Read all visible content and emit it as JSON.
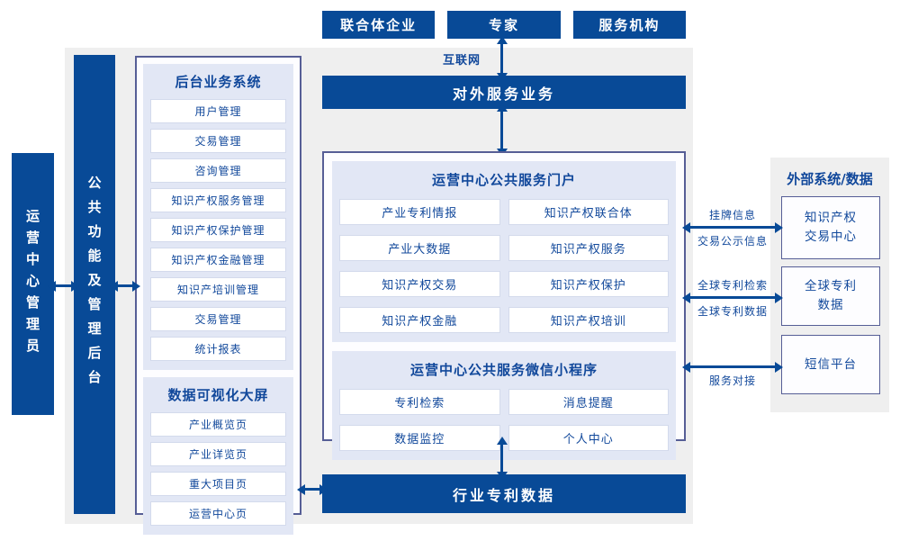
{
  "colors": {
    "primary_blue": "#084a97",
    "panel_gray": "#efefef",
    "section_lavender": "#e2e7f5",
    "container_border": "#565e96",
    "text_blue": "#11489b"
  },
  "top_actors": [
    "联合体企业",
    "专家",
    "服务机构"
  ],
  "labels": {
    "internet": "互联网",
    "external_service_bar": "对外服务业务",
    "industry_patent_bar": "行业专利数据",
    "admin_bar": "运营中心管理员",
    "backend_bar": "公共功能及管理后台"
  },
  "backend_system": {
    "title": "后台业务系统",
    "items": [
      "用户管理",
      "交易管理",
      "咨询管理",
      "知识产权服务管理",
      "知识产权保护管理",
      "知识产权金融管理",
      "知识产培训管理",
      "交易管理",
      "统计报表"
    ]
  },
  "dashboard": {
    "title": "数据可视化大屏",
    "items": [
      "产业概览页",
      "产业详览页",
      "重大项目页",
      "运营中心页"
    ]
  },
  "portal": {
    "title": "运营中心公共服务门户",
    "items": [
      "产业专利情报",
      "知识产权联合体",
      "产业大数据",
      "知识产权服务",
      "知识产权交易",
      "知识产权保护",
      "知识产权金融",
      "知识产权培训"
    ]
  },
  "miniprogram": {
    "title": "运营中心公共服务微信小程序",
    "items": [
      "专利检索",
      "消息提醒",
      "数据监控",
      "个人中心"
    ]
  },
  "external_systems": {
    "title": "外部系统/数据",
    "boxes": [
      "知识产权\n交易中心",
      "全球专利\n数据",
      "短信平台"
    ],
    "links": [
      {
        "top": "挂牌信息",
        "bottom": "交易公示信息"
      },
      {
        "top": "全球专利检索",
        "bottom": "全球专利数据"
      },
      {
        "top": "",
        "bottom": "服务对接"
      }
    ]
  }
}
